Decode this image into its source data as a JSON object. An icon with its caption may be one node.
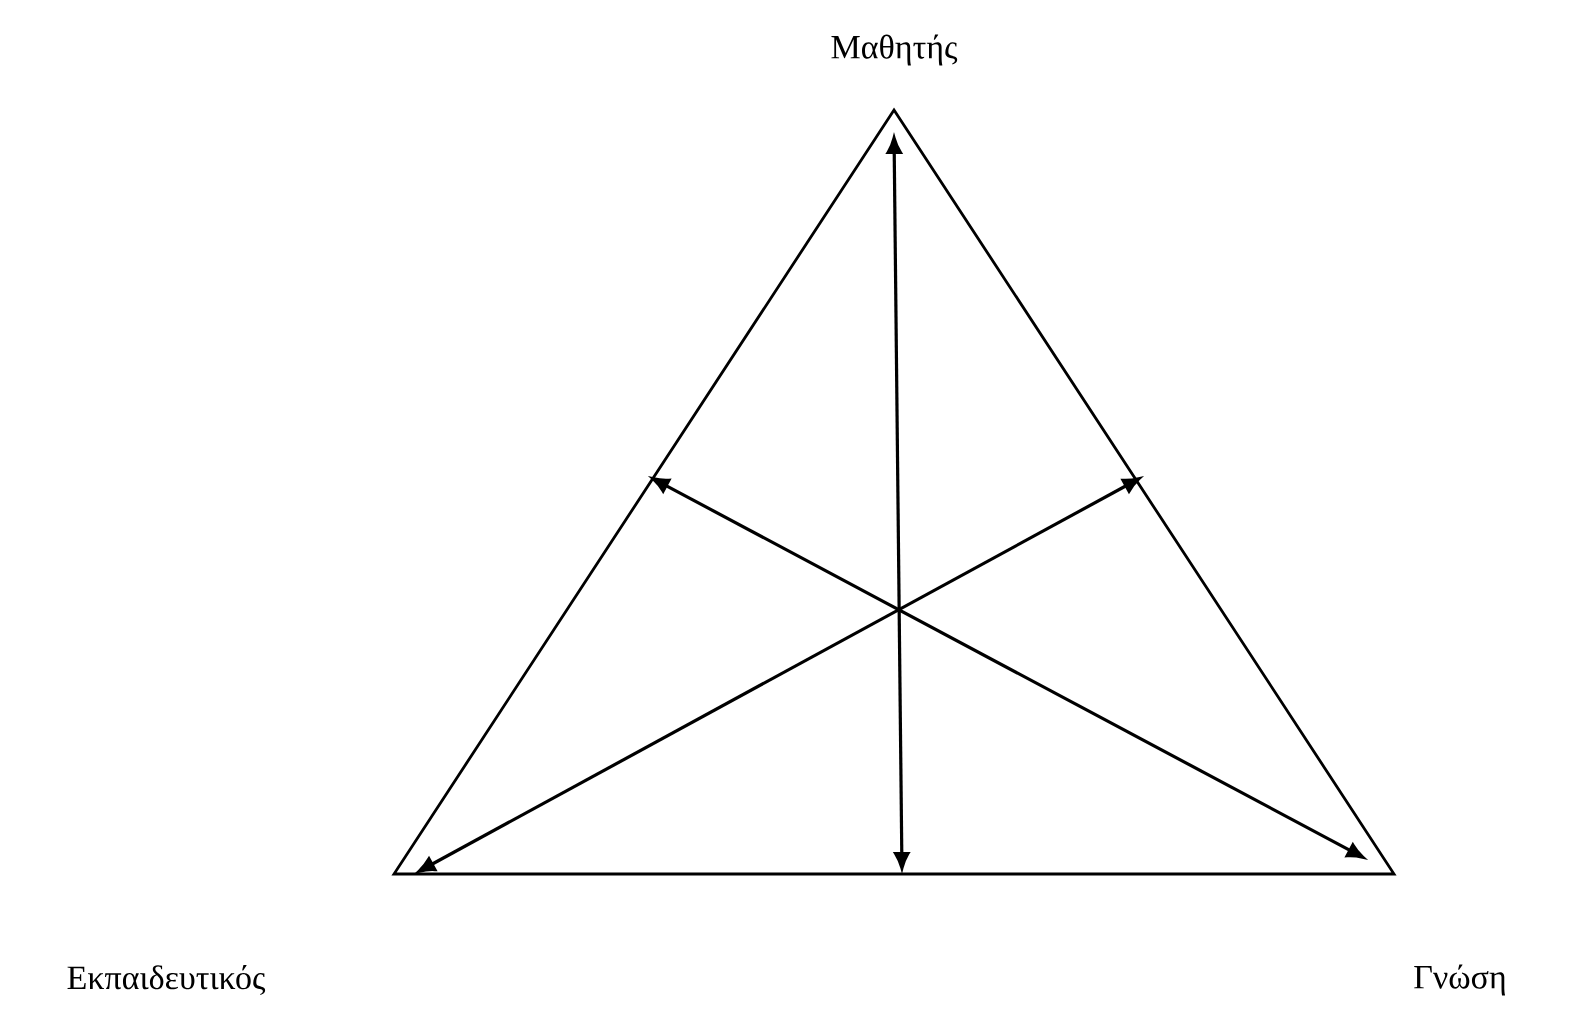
{
  "diagram": {
    "labels": [
      "Μαθητής",
      "Εκπαιδευτικός",
      "Γνώση"
    ]
  }
}
